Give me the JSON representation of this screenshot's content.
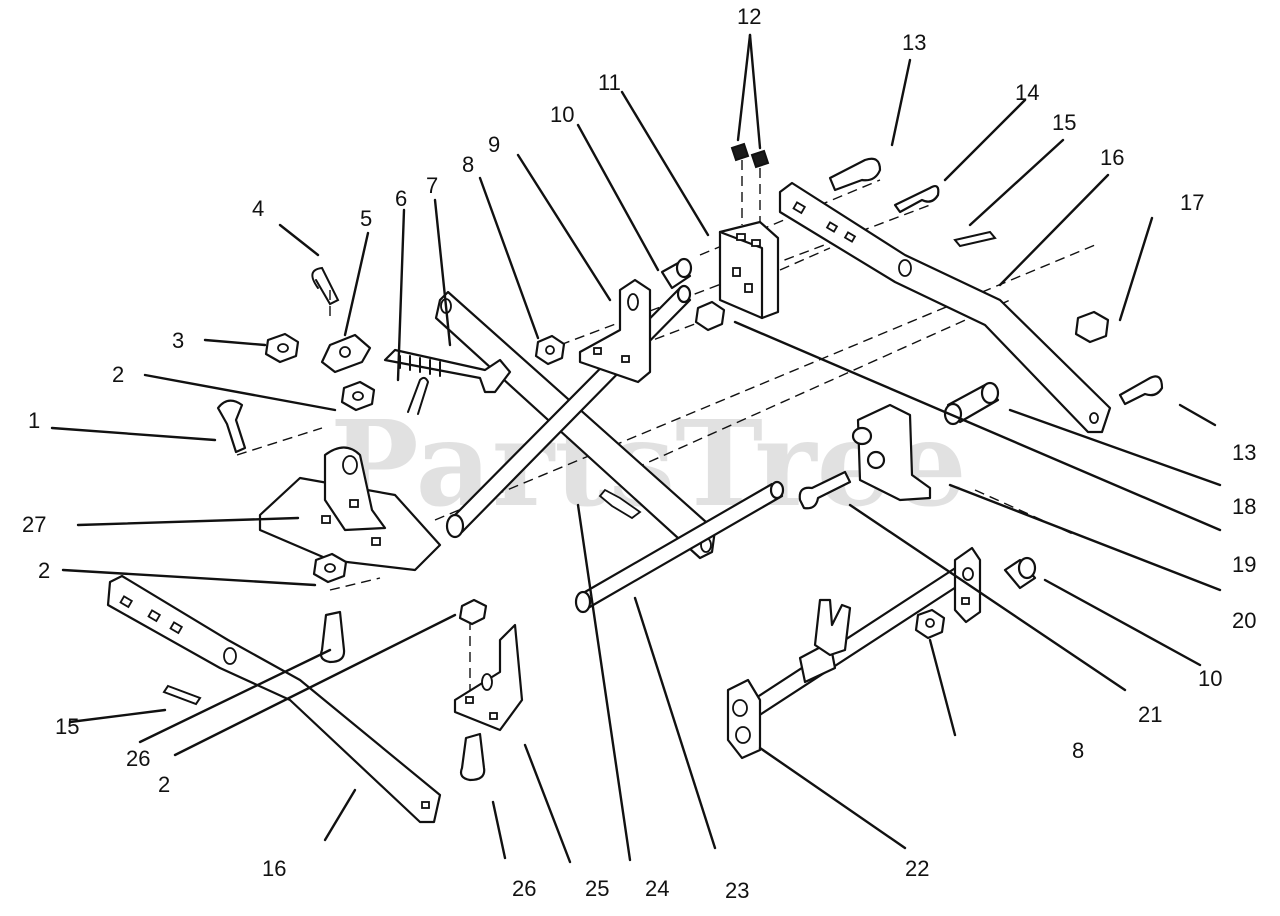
{
  "watermark": "PartsTree",
  "callouts": [
    {
      "id": "c1",
      "label": "1"
    },
    {
      "id": "c2a",
      "label": "2"
    },
    {
      "id": "c2b",
      "label": "2"
    },
    {
      "id": "c2c",
      "label": "2"
    },
    {
      "id": "c3",
      "label": "3"
    },
    {
      "id": "c4",
      "label": "4"
    },
    {
      "id": "c5",
      "label": "5"
    },
    {
      "id": "c6",
      "label": "6"
    },
    {
      "id": "c7",
      "label": "7"
    },
    {
      "id": "c8a",
      "label": "8"
    },
    {
      "id": "c8b",
      "label": "8"
    },
    {
      "id": "c9",
      "label": "9"
    },
    {
      "id": "c10a",
      "label": "10"
    },
    {
      "id": "c10b",
      "label": "10"
    },
    {
      "id": "c11",
      "label": "11"
    },
    {
      "id": "c12",
      "label": "12"
    },
    {
      "id": "c13a",
      "label": "13"
    },
    {
      "id": "c13b",
      "label": "13"
    },
    {
      "id": "c14",
      "label": "14"
    },
    {
      "id": "c15a",
      "label": "15"
    },
    {
      "id": "c15b",
      "label": "15"
    },
    {
      "id": "c16a",
      "label": "16"
    },
    {
      "id": "c16b",
      "label": "16"
    },
    {
      "id": "c17",
      "label": "17"
    },
    {
      "id": "c18",
      "label": "18"
    },
    {
      "id": "c19",
      "label": "19"
    },
    {
      "id": "c20",
      "label": "20"
    },
    {
      "id": "c21",
      "label": "21"
    },
    {
      "id": "c22",
      "label": "22"
    },
    {
      "id": "c23",
      "label": "23"
    },
    {
      "id": "c24",
      "label": "24"
    },
    {
      "id": "c25",
      "label": "25"
    },
    {
      "id": "c26a",
      "label": "26"
    },
    {
      "id": "c26b",
      "label": "26"
    },
    {
      "id": "c27",
      "label": "27"
    }
  ]
}
